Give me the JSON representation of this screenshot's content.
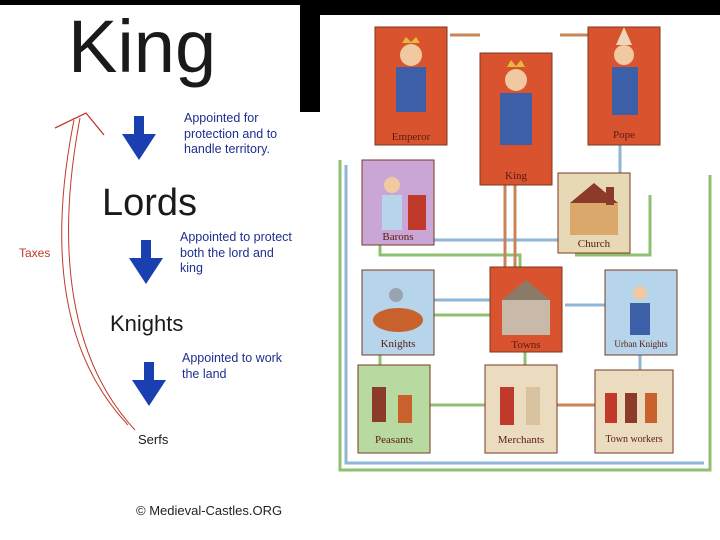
{
  "left": {
    "king": "King",
    "lords": "Lords",
    "knights": "Knights",
    "serfs": "Serfs",
    "note_lords": "Appointed for protection and to handle territory.",
    "note_knights": "Appointed to protect both the lord and king",
    "note_serfs": "Appointed to work the land",
    "taxes": "Taxes",
    "copyright": "© Medieval-Castles.ORG"
  },
  "right": {
    "emperor": "Emperor",
    "pope": "Pope",
    "king": "King",
    "barons": "Barons",
    "church": "Church",
    "knights": "Knights",
    "towns": "Towns",
    "urban_knights": "Urban Knights",
    "peasants": "Peasants",
    "merchants": "Merchants",
    "town_workers": "Town workers"
  },
  "colors": {
    "arrow_blue": "#1a3fb0",
    "tax_red": "#c0392b",
    "card_red": "#d9532e",
    "flow_green": "#8fc071",
    "flow_blue": "#8fb6d4",
    "flow_brown": "#c8855a"
  }
}
